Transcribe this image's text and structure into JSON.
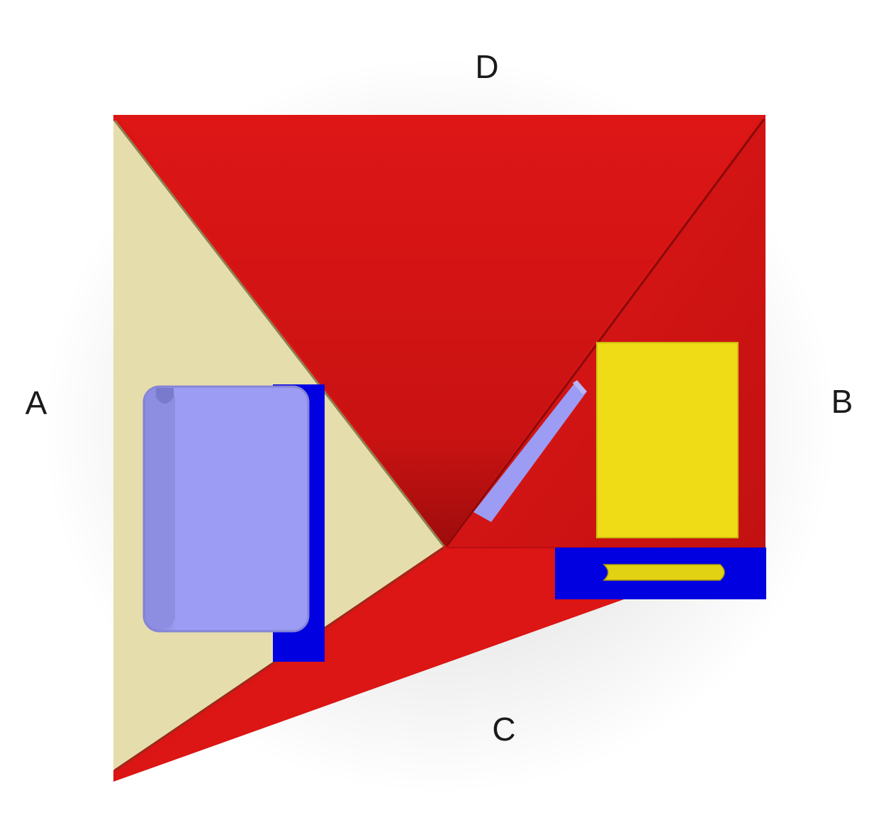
{
  "labels": {
    "top": "D",
    "left": "A",
    "right": "B",
    "bottom": "C"
  },
  "colors": {
    "background": "#ffffff",
    "red_panel": "#db1414",
    "red_dark": "#b00e0e",
    "cream_panel": "#e6ddad",
    "blue_block": "#0000e0",
    "lavender_block": "#9c9cf4",
    "yellow_block": "#f0dc16"
  }
}
